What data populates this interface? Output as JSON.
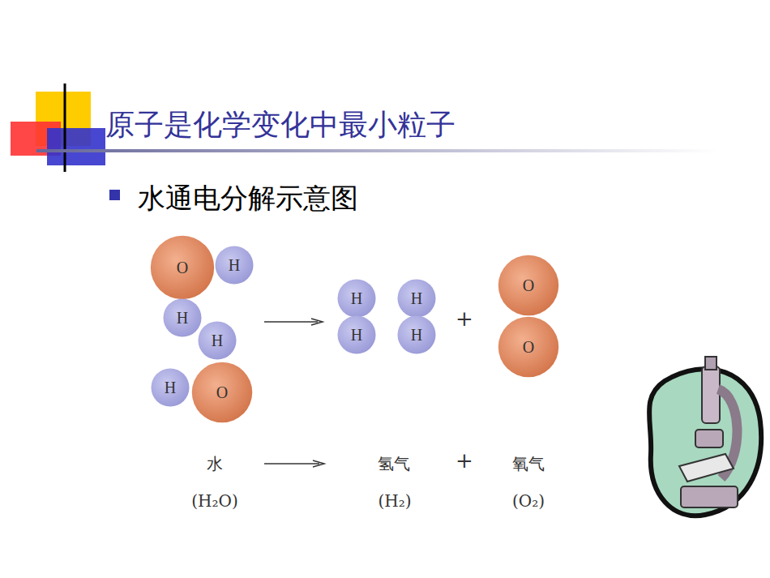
{
  "diagram": {
    "title": "原子是化学变化中最小粒子",
    "nodes": [
      {
        "text": [
          "O"
        ]
      },
      {
        "text": [
          "H"
        ]
      },
      {
        "text": [
          "H"
        ]
      },
      {
        "text": [
          "H"
        ]
      },
      {
        "text": [
          "H"
        ]
      },
      {
        "text": [
          "O"
        ]
      },
      {
        "text": [
          "H"
        ]
      },
      {
        "text": [
          "H"
        ]
      },
      {
        "text": [
          "H"
        ]
      },
      {
        "text": [
          "H"
        ]
      },
      {
        "text": [
          "O"
        ]
      },
      {
        "text": [
          "O"
        ]
      }
    ],
    "labels": [
      "水通电分解示意图",
      "+",
      "水",
      "氢气",
      "+",
      "氧气",
      "(H₂O)",
      "(H₂)",
      "(O₂)"
    ]
  }
}
